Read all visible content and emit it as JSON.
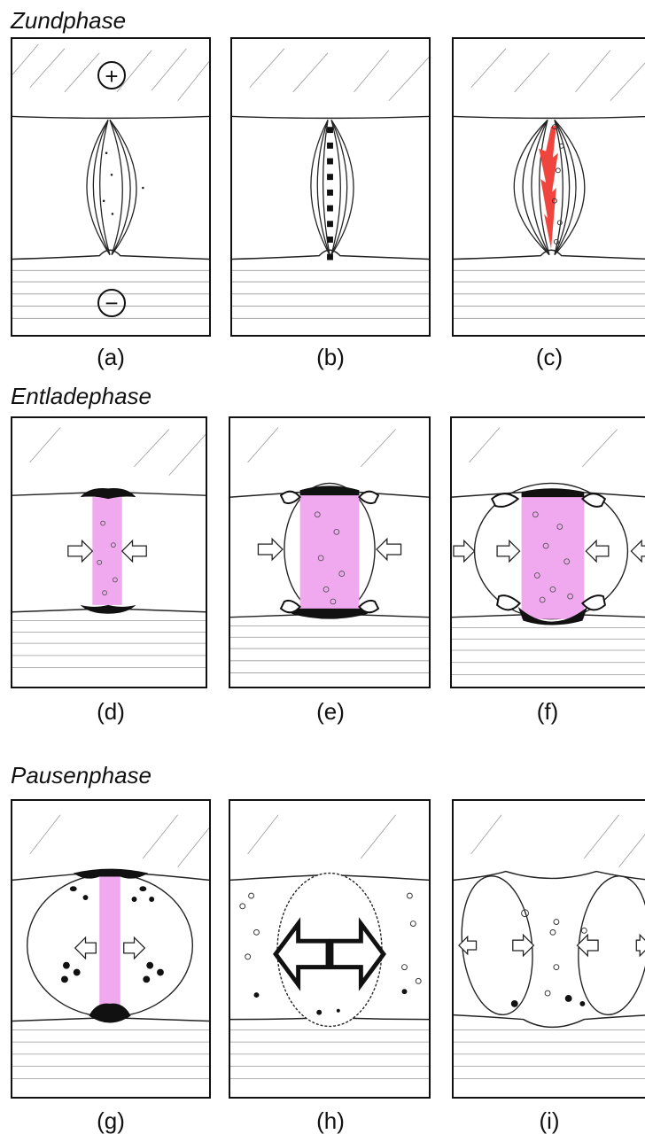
{
  "sections": [
    {
      "title": "Zundphase"
    },
    {
      "title": "Entladephase"
    },
    {
      "title": "Pausenphase"
    }
  ],
  "panels": [
    {
      "caption": "(a)"
    },
    {
      "caption": "(b)"
    },
    {
      "caption": "(c)"
    },
    {
      "caption": "(d)"
    },
    {
      "caption": "(e)"
    },
    {
      "caption": "(f)"
    },
    {
      "caption": "(g)"
    },
    {
      "caption": "(h)"
    },
    {
      "caption": "(i)"
    }
  ],
  "symbols": {
    "anode": "+",
    "cathode": "−"
  },
  "colors": {
    "spark": "#f0453e",
    "plasma": "#f0a8ee",
    "ink": "#111111"
  }
}
